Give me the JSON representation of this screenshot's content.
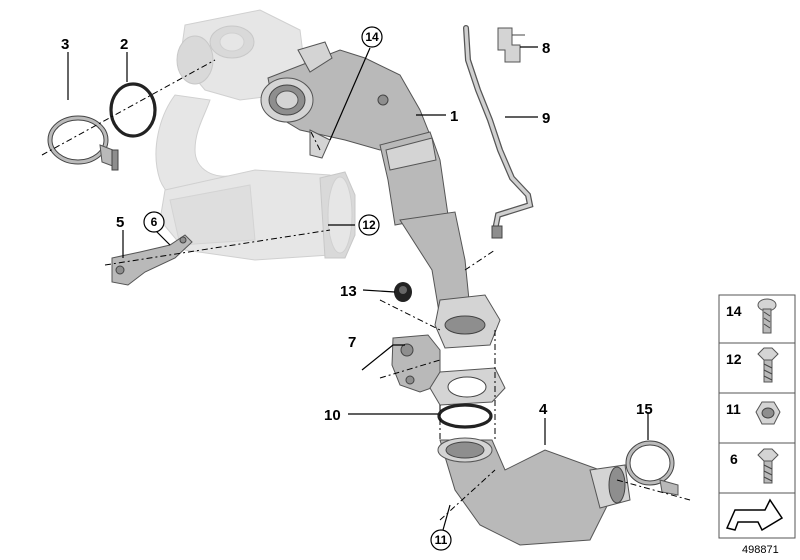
{
  "callouts": {
    "c1": "1",
    "c2": "2",
    "c3": "3",
    "c4": "4",
    "c5": "5",
    "c6": "6",
    "c7": "7",
    "c8": "8",
    "c9": "9",
    "c10": "10",
    "c11": "11",
    "c12": "12",
    "c13": "13",
    "c14": "14",
    "c15": "15"
  },
  "legend": {
    "items": [
      {
        "number": "14",
        "icon": "torx-screw-icon"
      },
      {
        "number": "12",
        "icon": "hex-bolt-flange-icon"
      },
      {
        "number": "11",
        "icon": "hex-nut-icon"
      },
      {
        "number": "6",
        "icon": "hex-bolt-icon"
      }
    ],
    "footer_icon": "arrow-icon"
  },
  "document_id": "498871"
}
